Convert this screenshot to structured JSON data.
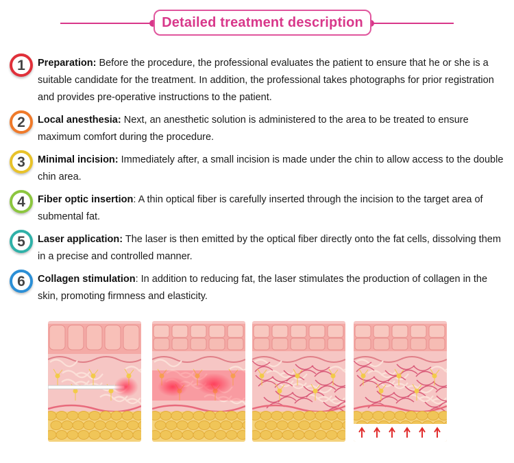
{
  "header": {
    "title": "Detailed treatment description"
  },
  "colors": {
    "accent": "#d8378a"
  },
  "steps": [
    {
      "number": "1",
      "ring": "#e0303a",
      "title": "Preparation:",
      "text": " Before the procedure, the professional evaluates the patient to ensure that he or she is a suitable candidate for the treatment. In addition, the professional takes photographs for prior registration and provides pre-operative instructions to the patient."
    },
    {
      "number": "2",
      "ring": "#ef7a2a",
      "title": "Local anesthesia:",
      "text": " Next, an anesthetic solution is administered to the area to be treated to ensure maximum comfort during the procedure."
    },
    {
      "number": "3",
      "ring": "#e8c22a",
      "title": "Minimal incision:",
      "text": " Immediately after, a small incision is made under the chin to allow access to the double chin area."
    },
    {
      "number": "4",
      "ring": "#8cc63f",
      "title": "Fiber optic insertion",
      "text": ": A thin optical fiber is carefully inserted through the incision to the target area of submental fat."
    },
    {
      "number": "5",
      "ring": "#2fb1a8",
      "title": "Laser application:",
      "text": " The laser is then emitted by the optical fiber directly onto the fat cells, dissolving them in a precise and controlled manner."
    },
    {
      "number": "6",
      "ring": "#2b8fd6",
      "title": "Collagen stimulation",
      "text": ": In addition to reducing fat, the laser stimulates the production of collagen in the skin, promoting firmness and elasticity."
    }
  ],
  "illustrations": [
    {
      "name": "wrinkled-skin-with-fiber",
      "surface": "wrinkled",
      "laser": true,
      "glow": "point",
      "arrows": false
    },
    {
      "name": "laser-heated-skin",
      "surface": "smooth",
      "laser": false,
      "glow": "band",
      "arrows": false
    },
    {
      "name": "collagen-network-skin",
      "surface": "smooth",
      "laser": false,
      "glow": "none",
      "arrows": false
    },
    {
      "name": "lifted-firm-skin",
      "surface": "smooth",
      "laser": false,
      "glow": "none",
      "arrows": true
    }
  ]
}
